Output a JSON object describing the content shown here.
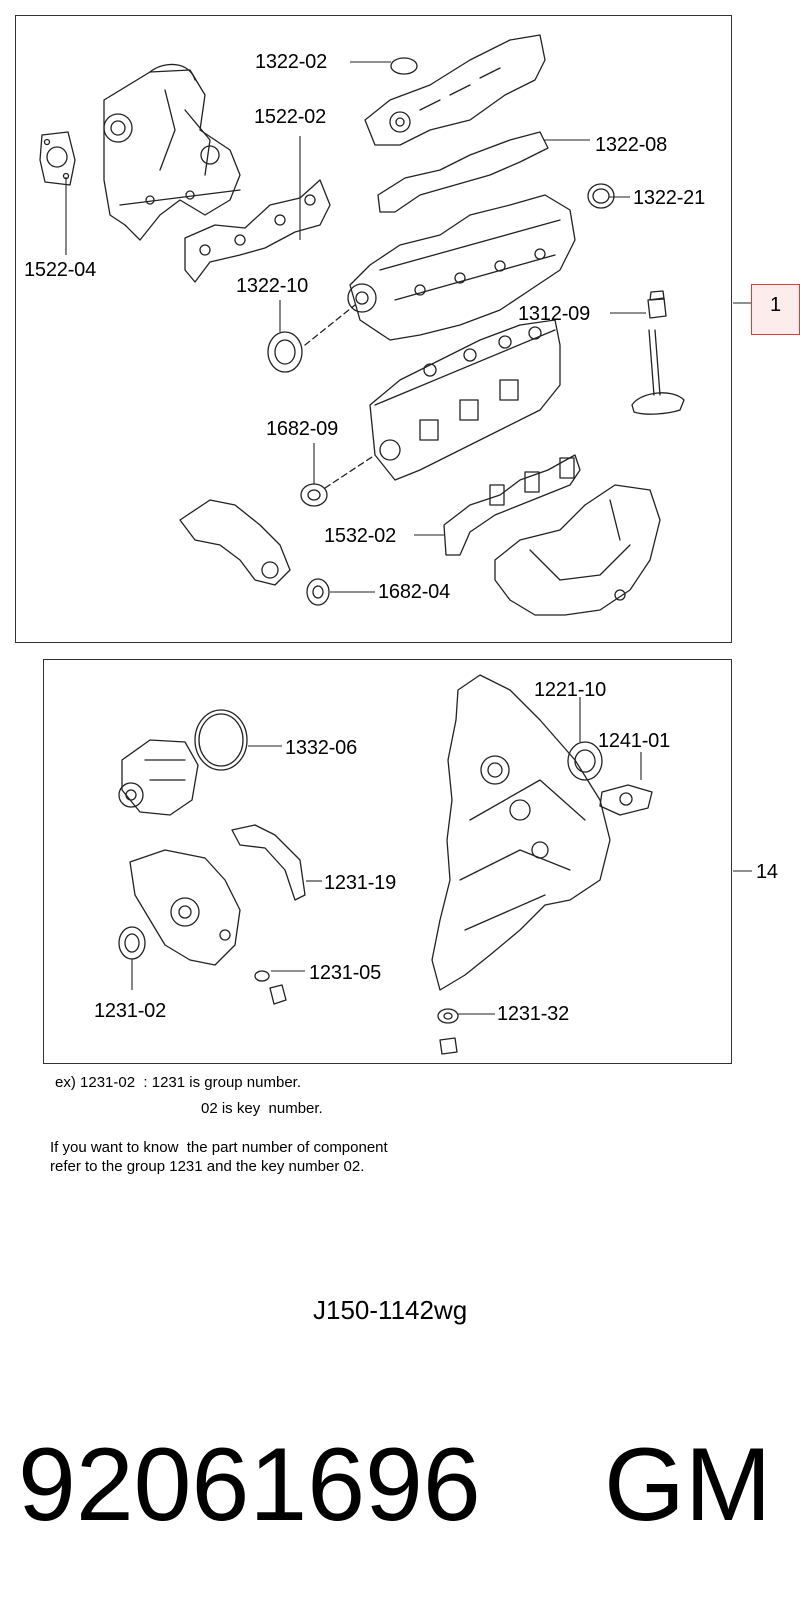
{
  "callouts_top": {
    "c1322_02": "1322-02",
    "c1522_02": "1522-02",
    "c1322_08": "1322-08",
    "c1322_21": "1322-21",
    "c1522_04": "1522-04",
    "c1322_10": "1322-10",
    "c1312_09": "1312-09",
    "c1682_09": "1682-09",
    "c1532_02": "1532-02",
    "c1682_04": "1682-04"
  },
  "callouts_bottom": {
    "c1221_10": "1221-10",
    "c1241_01": "1241-01",
    "c1332_06": "1332-06",
    "c1231_19": "1231-19",
    "c1231_05": "1231-05",
    "c1231_02": "1231-02",
    "c1231_32": "1231-32"
  },
  "panel_refs": {
    "top": "1",
    "bottom": "14"
  },
  "notes": {
    "example_line1": "ex) 1231-02  : 1231 is group number.",
    "example_line2": "02 is key  number.",
    "help_line1": "If you want to know  the part number of component",
    "help_line2": "refer to the group 1231 and the key number 02."
  },
  "drawing_code": "J150-1142wg",
  "part_number": "92061696",
  "brand": "GM",
  "colors": {
    "ref_highlight_border": "#e53935",
    "ref_highlight_fill": "#fdecec"
  }
}
